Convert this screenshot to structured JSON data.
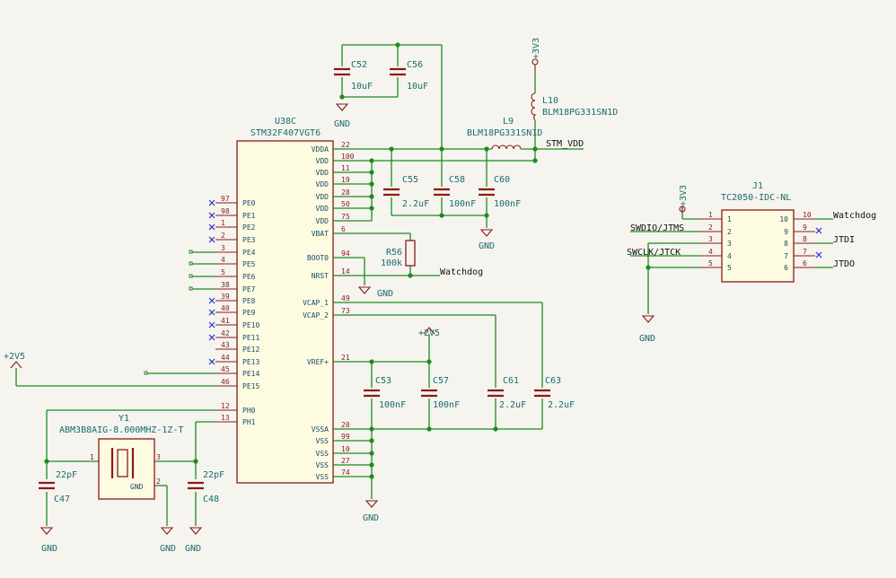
{
  "mcu": {
    "ref": "U38C",
    "value": "STM32F407VGT6",
    "left_pins": [
      {
        "num": "97",
        "name": "PE0",
        "nc": true
      },
      {
        "num": "98",
        "name": "PE1",
        "nc": true
      },
      {
        "num": "1",
        "name": "PE2",
        "nc": true
      },
      {
        "num": "2",
        "name": "PE3",
        "nc": true
      },
      {
        "num": "3",
        "name": "PE4",
        "nc": false
      },
      {
        "num": "4",
        "name": "PE5",
        "nc": false
      },
      {
        "num": "5",
        "name": "PE6",
        "nc": false
      },
      {
        "num": "38",
        "name": "PE7",
        "nc": false
      },
      {
        "num": "39",
        "name": "PE8",
        "nc": true
      },
      {
        "num": "40",
        "name": "PE9",
        "nc": true
      },
      {
        "num": "41",
        "name": "PE10",
        "nc": true
      },
      {
        "num": "42",
        "name": "PE11",
        "nc": true
      },
      {
        "num": "43",
        "name": "PE12",
        "nc": false
      },
      {
        "num": "44",
        "name": "PE13",
        "nc": true
      },
      {
        "num": "45",
        "name": "PE14",
        "nc": false
      },
      {
        "num": "46",
        "name": "PE15",
        "nc": false
      },
      {
        "num": "12",
        "name": "PH0",
        "nc": false
      },
      {
        "num": "13",
        "name": "PH1",
        "nc": false
      }
    ],
    "right_pins": [
      {
        "num": "22",
        "name": "VDDA"
      },
      {
        "num": "100",
        "name": "VDD"
      },
      {
        "num": "11",
        "name": "VDD"
      },
      {
        "num": "19",
        "name": "VDD"
      },
      {
        "num": "28",
        "name": "VDD"
      },
      {
        "num": "50",
        "name": "VDD"
      },
      {
        "num": "75",
        "name": "VDD"
      },
      {
        "num": "6",
        "name": "VBAT"
      },
      {
        "num": "94",
        "name": "BOOT0"
      },
      {
        "num": "14",
        "name": "NRST"
      },
      {
        "num": "49",
        "name": "VCAP_1"
      },
      {
        "num": "73",
        "name": "VCAP_2"
      },
      {
        "num": "21",
        "name": "VREF+"
      },
      {
        "num": "20",
        "name": "VSSA"
      },
      {
        "num": "99",
        "name": "VSS"
      },
      {
        "num": "10",
        "name": "VSS"
      },
      {
        "num": "27",
        "name": "VSS"
      },
      {
        "num": "74",
        "name": "VSS"
      }
    ]
  },
  "caps": {
    "c52": {
      "ref": "C52",
      "value": "10uF"
    },
    "c56": {
      "ref": "C56",
      "value": "10uF"
    },
    "c55": {
      "ref": "C55",
      "value": "2.2uF"
    },
    "c58": {
      "ref": "C58",
      "value": "100nF"
    },
    "c60": {
      "ref": "C60",
      "value": "100nF"
    },
    "c53": {
      "ref": "C53",
      "value": "100nF"
    },
    "c57": {
      "ref": "C57",
      "value": "100nF"
    },
    "c61": {
      "ref": "C61",
      "value": "2.2uF"
    },
    "c63": {
      "ref": "C63",
      "value": "2.2uF"
    },
    "c47": {
      "ref": "C47",
      "value": "22pF"
    },
    "c48": {
      "ref": "C48",
      "value": "22pF"
    }
  },
  "inductors": {
    "l9": {
      "ref": "L9",
      "value": "BLM18PG331SN1D"
    },
    "l10": {
      "ref": "L10",
      "value": "BLM18PG331SN1D"
    }
  },
  "r56": {
    "ref": "R56",
    "value": "100k"
  },
  "crystal": {
    "ref": "Y1",
    "value": "ABM3B8AIG-8.000MHZ-1Z-T",
    "pin1": "1",
    "pin2": "2",
    "pin3": "3",
    "gnd_label": "GND"
  },
  "connector": {
    "ref": "J1",
    "value": "TC2050-IDC-NL",
    "left_pins": [
      {
        "num": "1",
        "label": "1"
      },
      {
        "num": "2",
        "label": "2"
      },
      {
        "num": "3",
        "label": "3"
      },
      {
        "num": "4",
        "label": "4"
      },
      {
        "num": "5",
        "label": "5"
      }
    ],
    "right_pins": [
      {
        "num": "10",
        "label": "10"
      },
      {
        "num": "9",
        "label": "9"
      },
      {
        "num": "8",
        "label": "8"
      },
      {
        "num": "7",
        "label": "7"
      },
      {
        "num": "6",
        "label": "6"
      }
    ]
  },
  "nets": {
    "gnd": "GND",
    "p3v3": "+3V3",
    "p2v5": "+2V5",
    "stm_vdd": "STM_VDD",
    "watchdog": "Watchdog",
    "watchdog_j1": "Watchdog",
    "swdio": "SWDIO/JTMS",
    "swclk": "SWCLK/JTCK",
    "jtdi": "JTDI",
    "jtdo": "JTDO"
  },
  "colors": {
    "wire": "#1e8a1e",
    "symbol": "#8b1a1a",
    "fill": "#fdfbe0",
    "label": "#1a6b6b",
    "nc": "#2a2ad0"
  }
}
